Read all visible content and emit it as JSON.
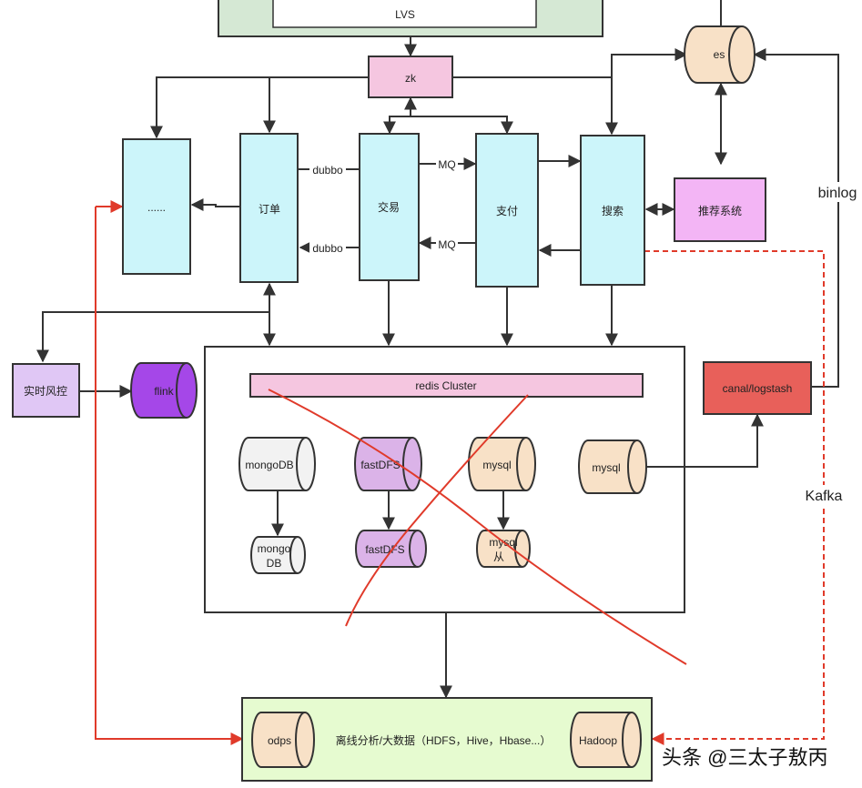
{
  "nodes": {
    "lvs": "LVS",
    "zk": "zk",
    "es": "es",
    "dots": "......",
    "order": "订单",
    "trade": "交易",
    "pay": "支付",
    "search": "搜索",
    "recommend": "推荐系统",
    "risk": "实时风控",
    "flink": "flink",
    "redis": "redis Cluster",
    "mongo1": "mongoDB",
    "mongo2_l1": "mongo",
    "mongo2_l2": "DB",
    "fastdfs1": "fastDFS",
    "fastdfs2": "fastDFS",
    "mysql1": "mysql",
    "mysql2_l1": "mysql",
    "mysql2_l2": "从",
    "mysql3": "mysql",
    "canal": "canal/logstash",
    "odps": "odps",
    "hadoop": "Hadoop",
    "offline": "离线分析/大数据（HDFS，Hive，Hbase...）"
  },
  "edges": {
    "dubbo_top": "dubbo",
    "dubbo_bottom": "dubbo",
    "mq_top": "MQ",
    "mq_bottom": "MQ",
    "binlog": "binlog",
    "kafka": "Kafka"
  },
  "watermark": "头条 @三太子敖丙",
  "colors": {
    "green": "#d5e8d4",
    "pink": "#f5c6e0",
    "cyan": "#ccf5fa",
    "violet": "#f3b5f5",
    "lavender": "#e0c7f5",
    "purple": "#a547e8",
    "tan": "#f8e1c7",
    "red_box": "#e8605a",
    "lightgreen": "#e6fbd0",
    "red_line": "#e03a2a"
  }
}
